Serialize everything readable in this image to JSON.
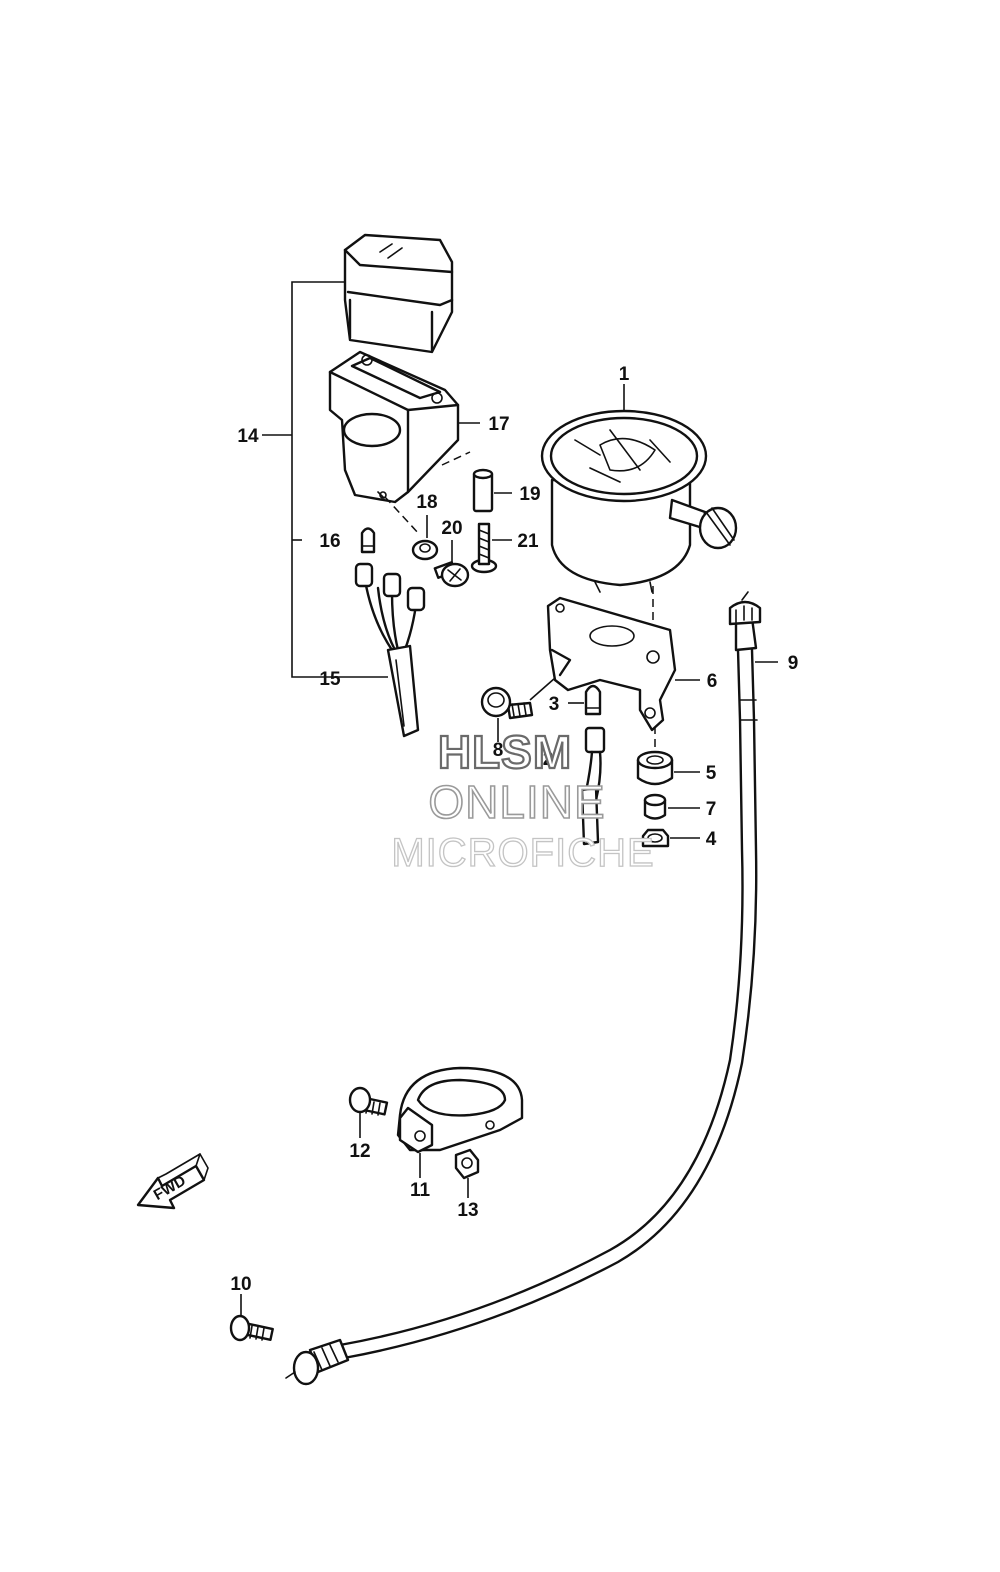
{
  "callouts": [
    {
      "id": "1",
      "text": "1"
    },
    {
      "id": "2",
      "text": "2"
    },
    {
      "id": "3",
      "text": "3"
    },
    {
      "id": "4",
      "text": "4"
    },
    {
      "id": "5",
      "text": "5"
    },
    {
      "id": "6",
      "text": "6"
    },
    {
      "id": "7",
      "text": "7"
    },
    {
      "id": "8",
      "text": "8"
    },
    {
      "id": "9",
      "text": "9"
    },
    {
      "id": "10",
      "text": "10"
    },
    {
      "id": "11",
      "text": "11"
    },
    {
      "id": "12",
      "text": "12"
    },
    {
      "id": "13",
      "text": "13"
    },
    {
      "id": "14",
      "text": "14"
    },
    {
      "id": "15",
      "text": "15"
    },
    {
      "id": "16",
      "text": "16"
    },
    {
      "id": "17",
      "text": "17"
    },
    {
      "id": "18",
      "text": "18"
    },
    {
      "id": "19",
      "text": "19"
    },
    {
      "id": "20",
      "text": "20"
    },
    {
      "id": "21",
      "text": "21"
    }
  ],
  "direction_arrow": {
    "text": "FWD"
  },
  "watermark": {
    "line1": "HLSM",
    "line2": "ONLINE",
    "line3": "MICROFICHE"
  },
  "colors": {
    "ink": "#111111",
    "background": "#ffffff",
    "watermark": "#6a6a6a"
  }
}
